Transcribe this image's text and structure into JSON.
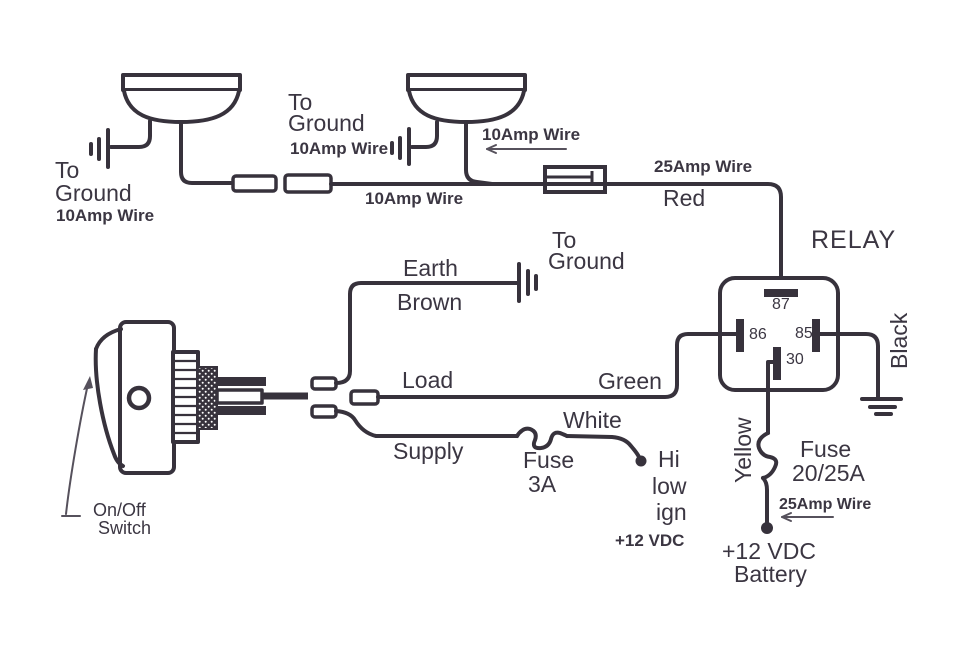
{
  "colors": {
    "line": "#37323c",
    "text": "#3b3642",
    "background": "#ffffff"
  },
  "lamps": {
    "lamp1": {
      "ground_to": "To",
      "ground": "Ground",
      "ground_wire": "10Amp Wire",
      "feed_wire": "10Amp Wire"
    },
    "lamp2": {
      "ground_to": "To",
      "ground": "Ground",
      "ground_wire": "10Amp Wire",
      "feed_wire": "10Amp Wire"
    }
  },
  "relay": {
    "title": "RELAY",
    "feed_wire": "25Amp Wire",
    "feed_color": "Red",
    "pin_87": "87",
    "pin_86": "86",
    "pin_85": "85",
    "pin_30": "30",
    "ground_color": "Black"
  },
  "switch": {
    "name_line1": "On/Off",
    "name_line2": "Switch",
    "earth_label": "Earth",
    "earth_color": "Brown",
    "earth_ground_to": "To",
    "earth_ground": "Ground",
    "load_label": "Load",
    "load_color": "Green",
    "supply_label": "Supply",
    "supply_color": "White",
    "fuse_line1": "Fuse",
    "fuse_line2": "3A"
  },
  "ignition": {
    "line1": "Hi",
    "line2": "low",
    "line3": "ign",
    "voltage": "+12 VDC"
  },
  "battery": {
    "wire_color": "Yellow",
    "fuse_line1": "Fuse",
    "fuse_line2": "20/25A",
    "wire": "25Amp Wire",
    "line1": "+12 VDC",
    "line2": "Battery"
  }
}
